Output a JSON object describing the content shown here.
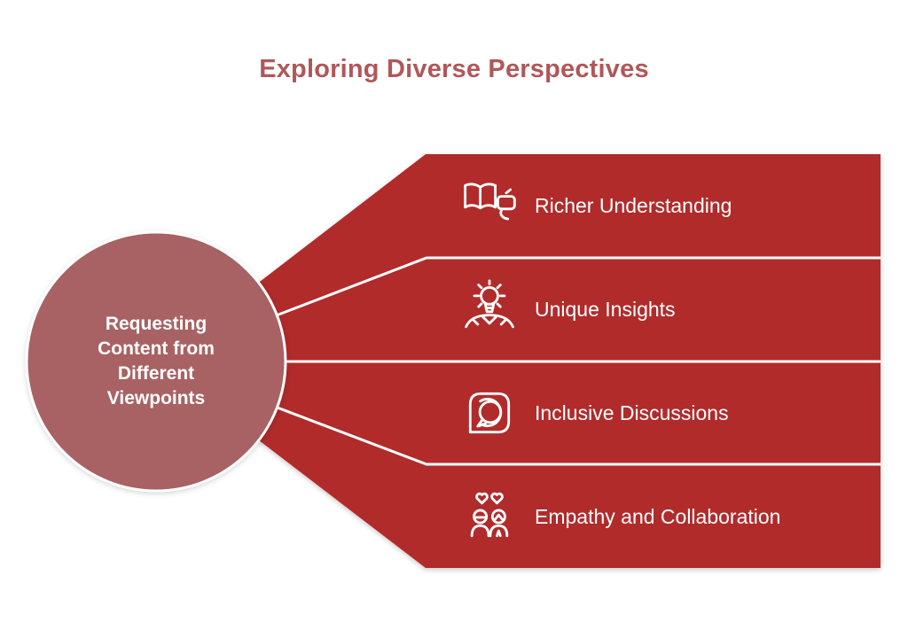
{
  "title": "Exploring Diverse Perspectives",
  "colors": {
    "band": "#b12b2b",
    "circle": "#a86263",
    "title": "#b05759",
    "line": "#ffffff"
  },
  "center_circle": {
    "label": "Requesting Content from Different Viewpoints"
  },
  "items": [
    {
      "label": "Richer Understanding",
      "icon": "book-dialogue-icon"
    },
    {
      "label": "Unique Insights",
      "icon": "lightbulb-hands-icon"
    },
    {
      "label": "Inclusive Discussions",
      "icon": "chat-drop-icon"
    },
    {
      "label": "Empathy and Collaboration",
      "icon": "people-hearts-icon"
    }
  ]
}
